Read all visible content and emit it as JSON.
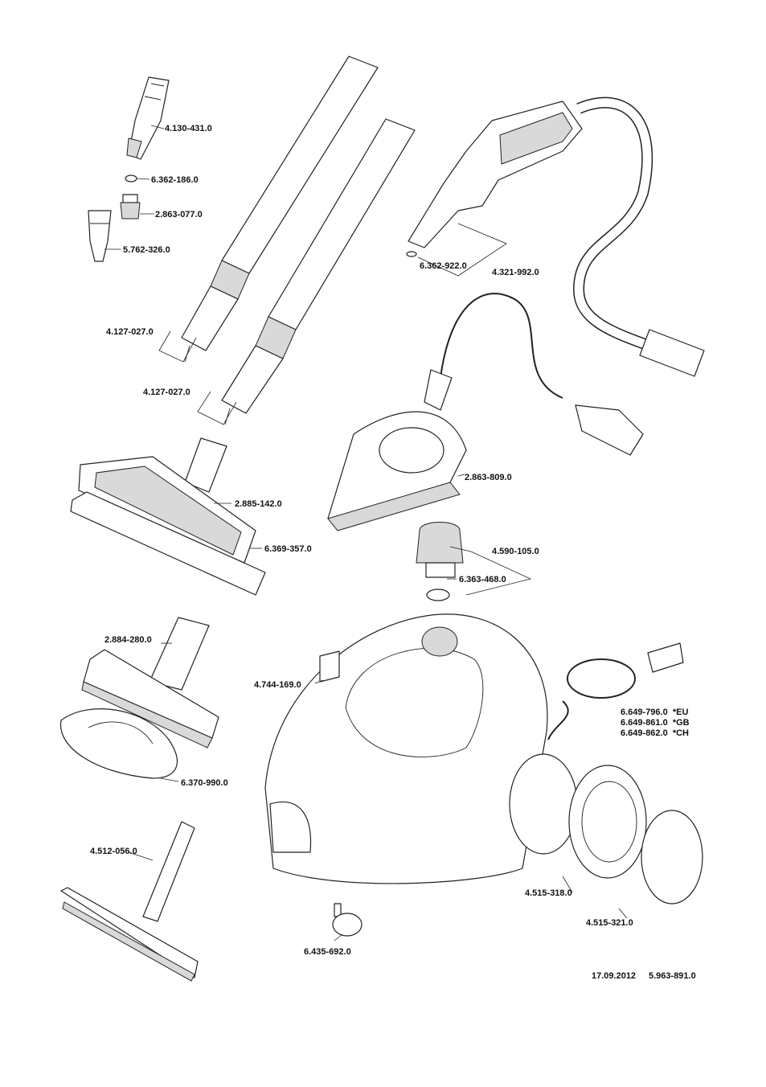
{
  "parts": {
    "p_4130": "4.130-431.0",
    "p_6362_186": "6.362-186.0",
    "p_2863_077": "2.863-077.0",
    "p_5762": "5.762-326.0",
    "p_4127_a": "4.127-027.0",
    "p_4127_b": "4.127-027.0",
    "p_6362_922": "6.362-922.0",
    "p_4321": "4.321-992.0",
    "p_2863_809": "2.863-809.0",
    "p_2885": "2.885-142.0",
    "p_6369": "6.369-357.0",
    "p_4590": "4.590-105.0",
    "p_6363": "6.363-468.0",
    "p_2884": "2.884-280.0",
    "p_4744": "4.744-169.0",
    "p_6649_eu": "6.649-796.0  *EU",
    "p_6649_gb": "6.649-861.0  *GB",
    "p_6649_ch": "6.649-862.0  *CH",
    "p_6370": "6.370-990.0",
    "p_4512": "4.512-056.0",
    "p_4515_318": "4.515-318.0",
    "p_4515_321": "4.515-321.0",
    "p_6435": "6.435-692.0"
  },
  "footer": {
    "date": "17.09.2012",
    "doc_number": "5.963-891.0"
  }
}
